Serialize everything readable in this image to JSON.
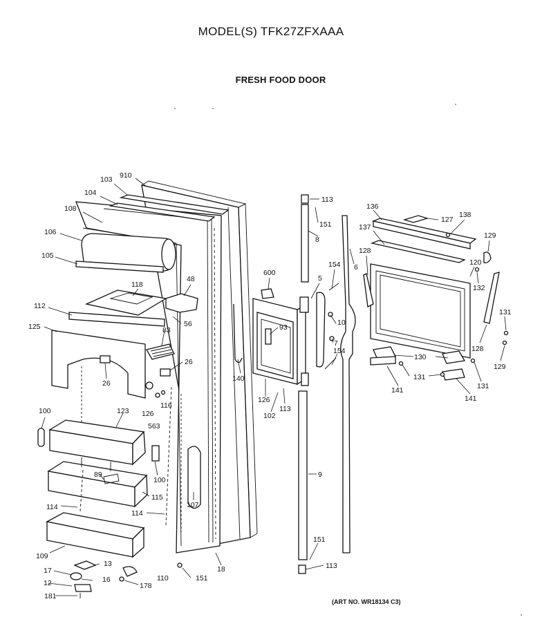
{
  "header": {
    "model": "MODEL(S) TFK27ZFXAAA",
    "section": "FRESH FOOD DOOR"
  },
  "footer": {
    "art_no": "(ART NO. WR18134 C3)"
  },
  "callouts": [
    "910",
    "103",
    "104",
    "108",
    "106",
    "105",
    "118",
    "48",
    "112",
    "56",
    "125",
    "83",
    "26",
    "26",
    "126",
    "116",
    "563",
    "100",
    "123",
    "89",
    "100",
    "115",
    "114",
    "114",
    "107",
    "109",
    "13",
    "17",
    "16",
    "12",
    "178",
    "110",
    "181",
    "151",
    "18",
    "140",
    "600",
    "93",
    "126",
    "102",
    "113",
    "113",
    "151",
    "8",
    "154",
    "6",
    "5",
    "10",
    "7",
    "154",
    "9",
    "151",
    "113",
    "136",
    "127",
    "138",
    "137",
    "128",
    "129",
    "120",
    "132",
    "131",
    "128",
    "130",
    "131",
    "131",
    "141",
    "141",
    "129"
  ]
}
